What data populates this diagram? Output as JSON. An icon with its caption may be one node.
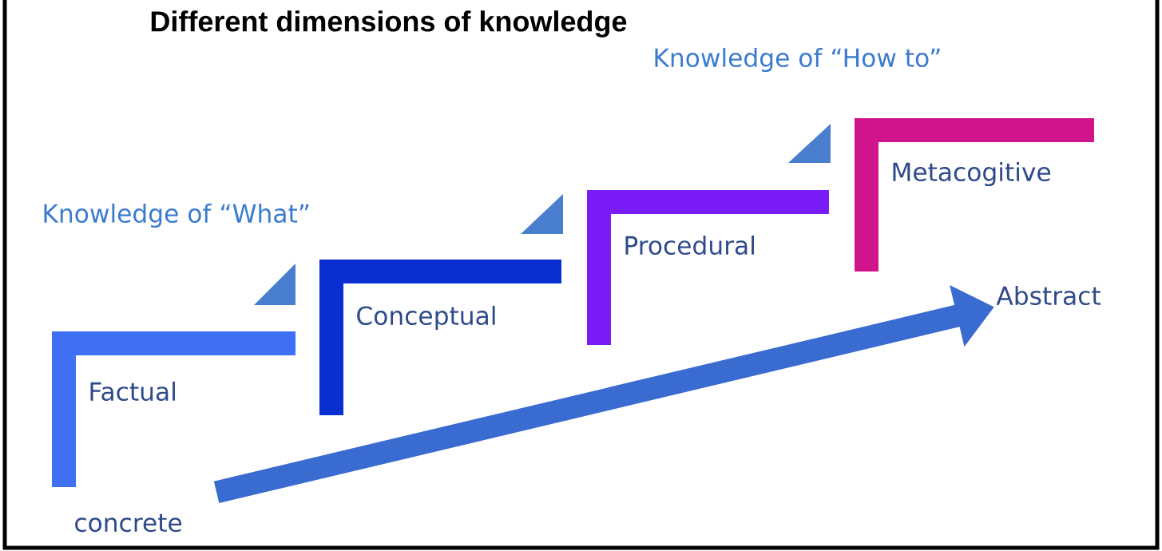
{
  "diagram": {
    "title": "Different dimensions of knowledge",
    "nodes": [
      {
        "text": [
          "Factual"
        ]
      },
      {
        "text": [
          "Conceptual"
        ]
      },
      {
        "text": [
          "Procedural"
        ]
      },
      {
        "text": [
          "Metacogitive"
        ]
      },
      {
        "text": [
          "concrete"
        ]
      },
      {
        "text": [
          "Abstract"
        ]
      }
    ],
    "edges": [
      {
        "from": 4,
        "to": 5,
        "arrow": "to"
      }
    ],
    "labels": [
      "Knowledge of “What”",
      "Knowledge of “How to”"
    ]
  }
}
